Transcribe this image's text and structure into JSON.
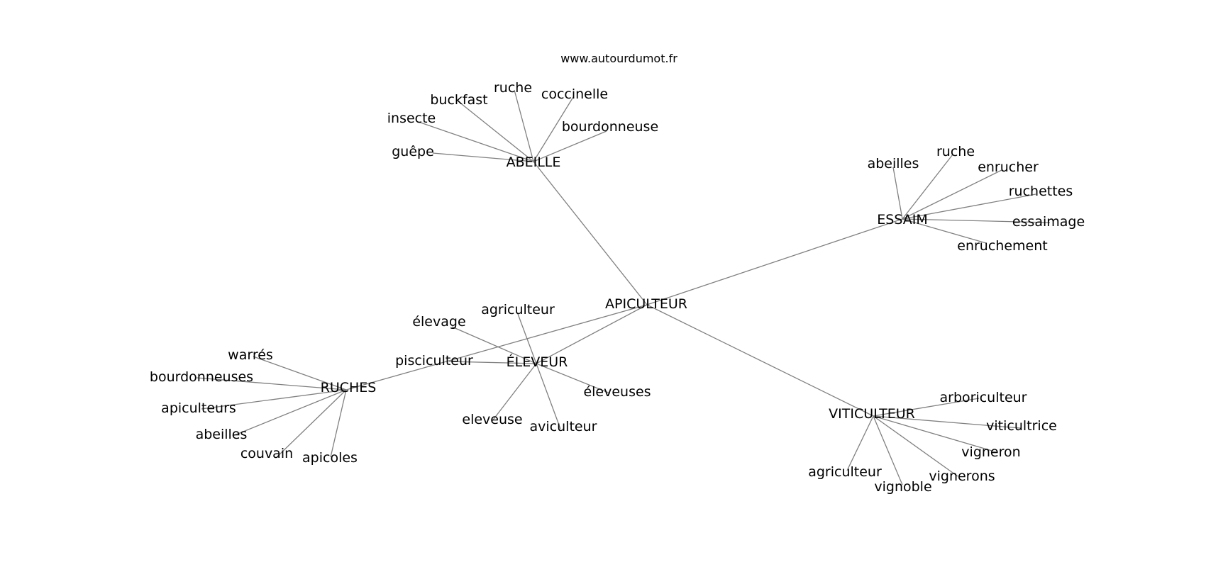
{
  "site_url": "www.autourdumot.fr",
  "graph": {
    "center": "APICULTEUR",
    "hubs": [
      {
        "id": "abeille",
        "label": "ABEILLE",
        "words": [
          "guêpe",
          "insecte",
          "buckfast",
          "ruche",
          "coccinelle",
          "bourdonneuse"
        ]
      },
      {
        "id": "essaim",
        "label": "ESSAIM",
        "words": [
          "abeilles",
          "ruche",
          "enrucher",
          "ruchettes",
          "essaimage",
          "enruchement"
        ]
      },
      {
        "id": "eleveur",
        "label": "ÉLEVEUR",
        "words": [
          "élevage",
          "agriculteur",
          "pisciculteur",
          "éleveuses",
          "eleveuse",
          "aviculteur"
        ]
      },
      {
        "id": "ruches",
        "label": "RUCHES",
        "words": [
          "warrés",
          "bourdonneuses",
          "apiculteurs",
          "abeilles",
          "couvain",
          "apicoles"
        ]
      },
      {
        "id": "viticulteur",
        "label": "VITICULTEUR",
        "words": [
          "arboriculteur",
          "viticultrice",
          "vigneron",
          "vignerons",
          "vignoble",
          "agriculteur"
        ]
      }
    ]
  }
}
